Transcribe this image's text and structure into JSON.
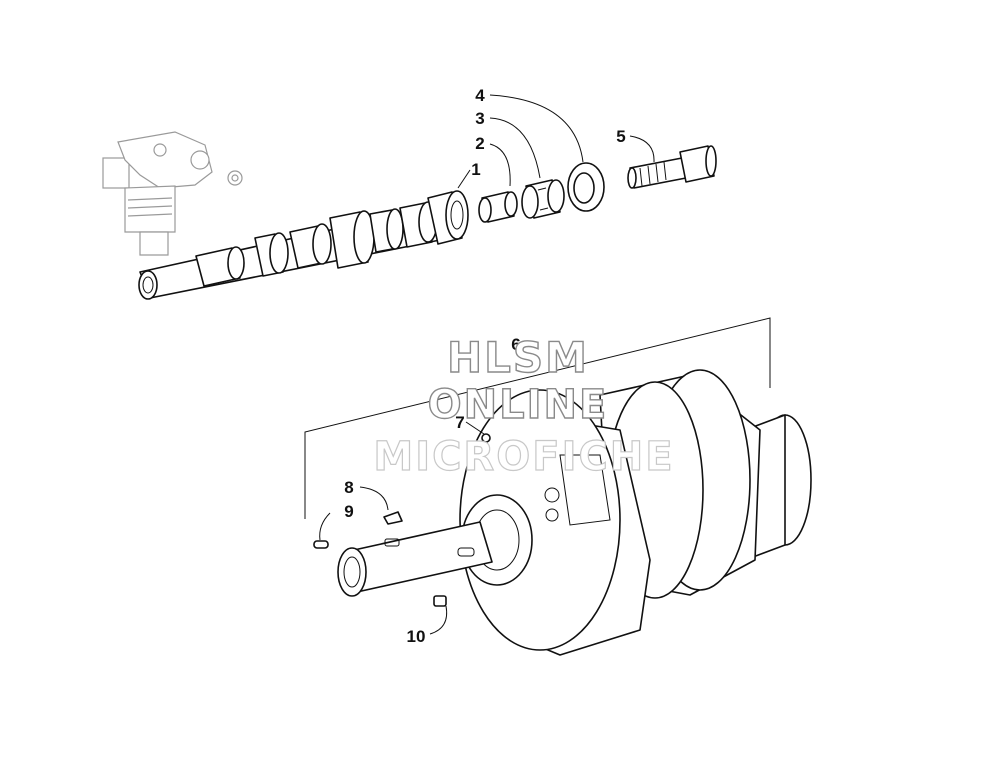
{
  "callouts": [
    {
      "id": "c1",
      "label": "1"
    },
    {
      "id": "c2",
      "label": "2"
    },
    {
      "id": "c3",
      "label": "3"
    },
    {
      "id": "c4",
      "label": "4"
    },
    {
      "id": "c5",
      "label": "5"
    },
    {
      "id": "c6",
      "label": "6"
    },
    {
      "id": "c7",
      "label": "7"
    },
    {
      "id": "c8",
      "label": "8"
    },
    {
      "id": "c9",
      "label": "9"
    },
    {
      "id": "c10",
      "label": "10"
    }
  ],
  "watermark": {
    "line1": "HLSM",
    "line2": "ONLINE",
    "line3": "MICROFICHE"
  }
}
